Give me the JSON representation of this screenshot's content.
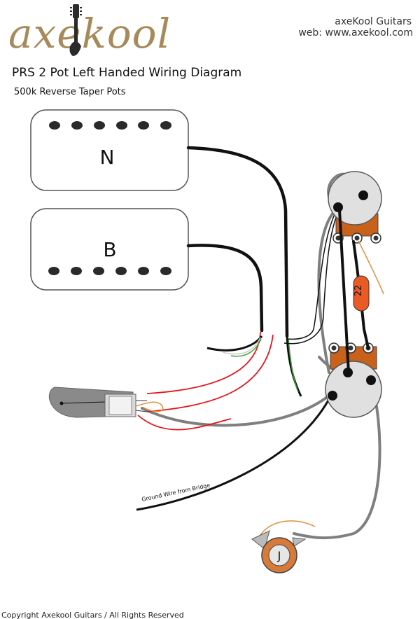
{
  "brand": {
    "logo_text": "axekool",
    "company": "axeKool Guitars",
    "web_line": "web:  www.axekool.com"
  },
  "title": "PRS 2 Pot Left Handed Wiring Diagram",
  "subtitle": "500k Reverse Taper Pots",
  "pickups": {
    "neck_label": "N",
    "bridge_label": "B"
  },
  "capacitor_label": "22",
  "jack_label": "J",
  "ground_wire_label": "Ground Wire from Bridge",
  "copyright": "Copyright Axekool Guitars / All Rights Reserved",
  "colors": {
    "black_wire": "#111111",
    "red_wire": "#e8141c",
    "green_wire": "#3aa336",
    "gray_wire": "#7f7f7f",
    "orange_wire": "#e2903e",
    "pot_fill": "#e0e0e0",
    "lug_orange": "#c8621b",
    "capacitor": "#ea5a24",
    "jack_fill": "#d77a3a",
    "logo_brown": "#a88a5a"
  }
}
